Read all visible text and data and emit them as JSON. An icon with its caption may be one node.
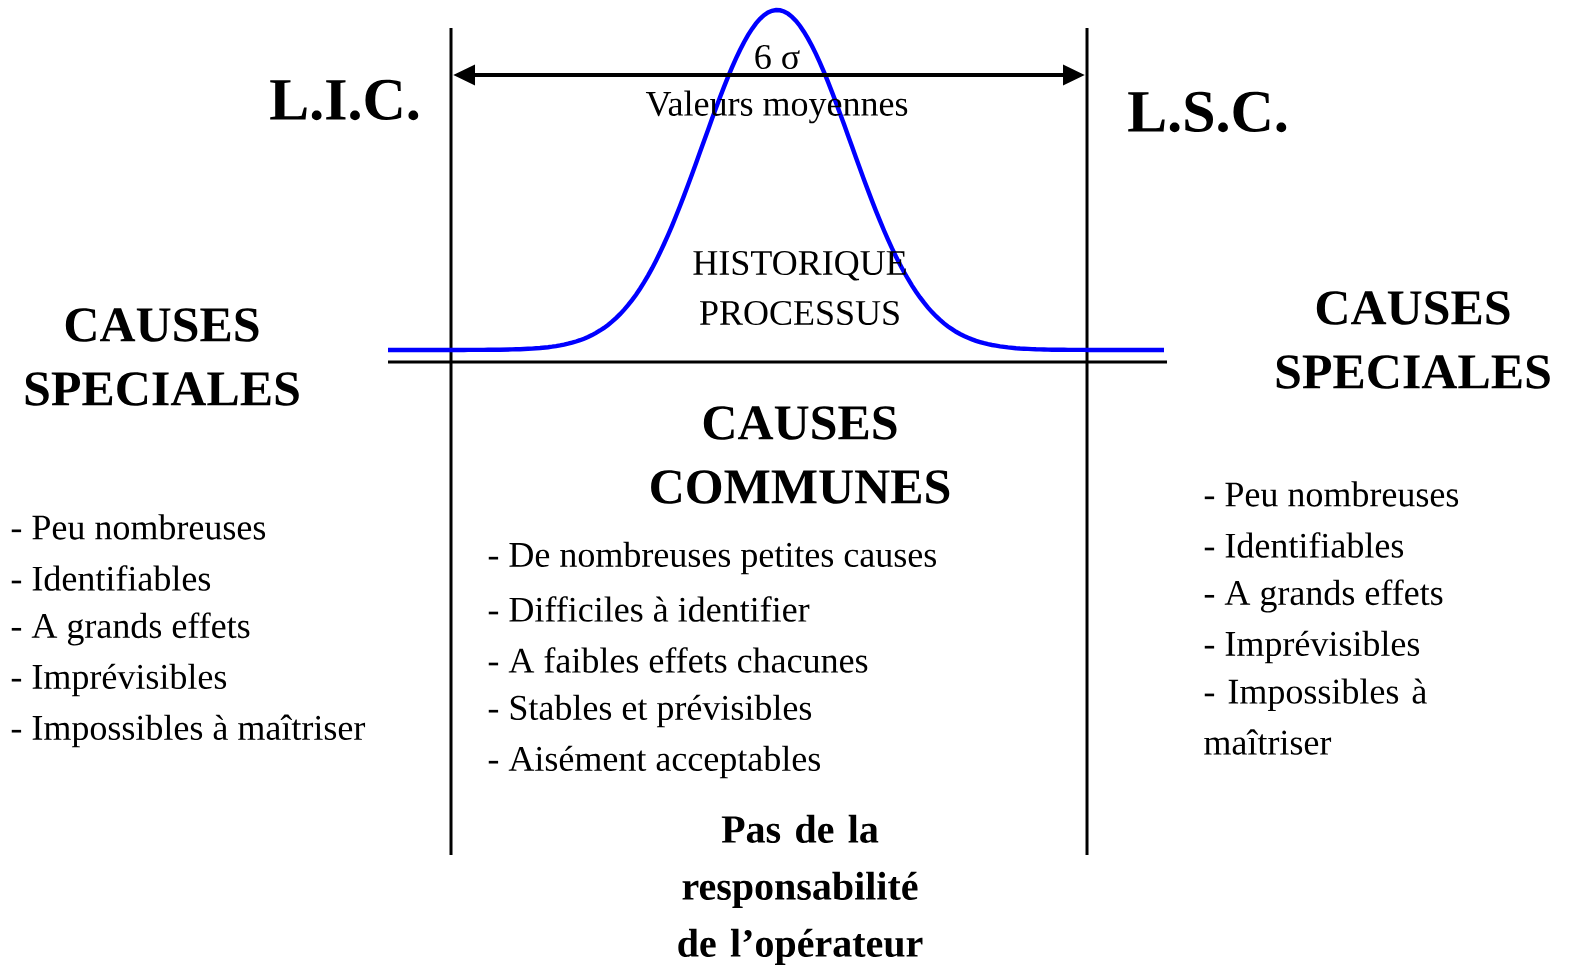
{
  "diagram": {
    "labels": [
      "6 σ",
      "L.I.C.",
      "Valeurs moyennes",
      "L.S.C.",
      "HISTORIQUE PROCESSUS",
      "CAUSES SPECIALES",
      "CAUSES SPECIALES",
      "CAUSES COMMUNES",
      "- Peu nombreuses",
      "- Identifiables",
      "- A grands effets",
      "- Imprévisibles",
      "- Impossibles à maîtriser",
      "- De nombreuses petites causes",
      "- Difficiles à identifier",
      "- A faibles effets chacunes",
      "- Stables et prévisibles",
      "- Aisément acceptables",
      "- Peu nombreuses",
      "- Identifiables",
      "- A grands effets",
      "- Imprévisibles",
      "- Impossibles à maîtriser",
      "Pas de la responsabilité de l’opérateur"
    ]
  }
}
